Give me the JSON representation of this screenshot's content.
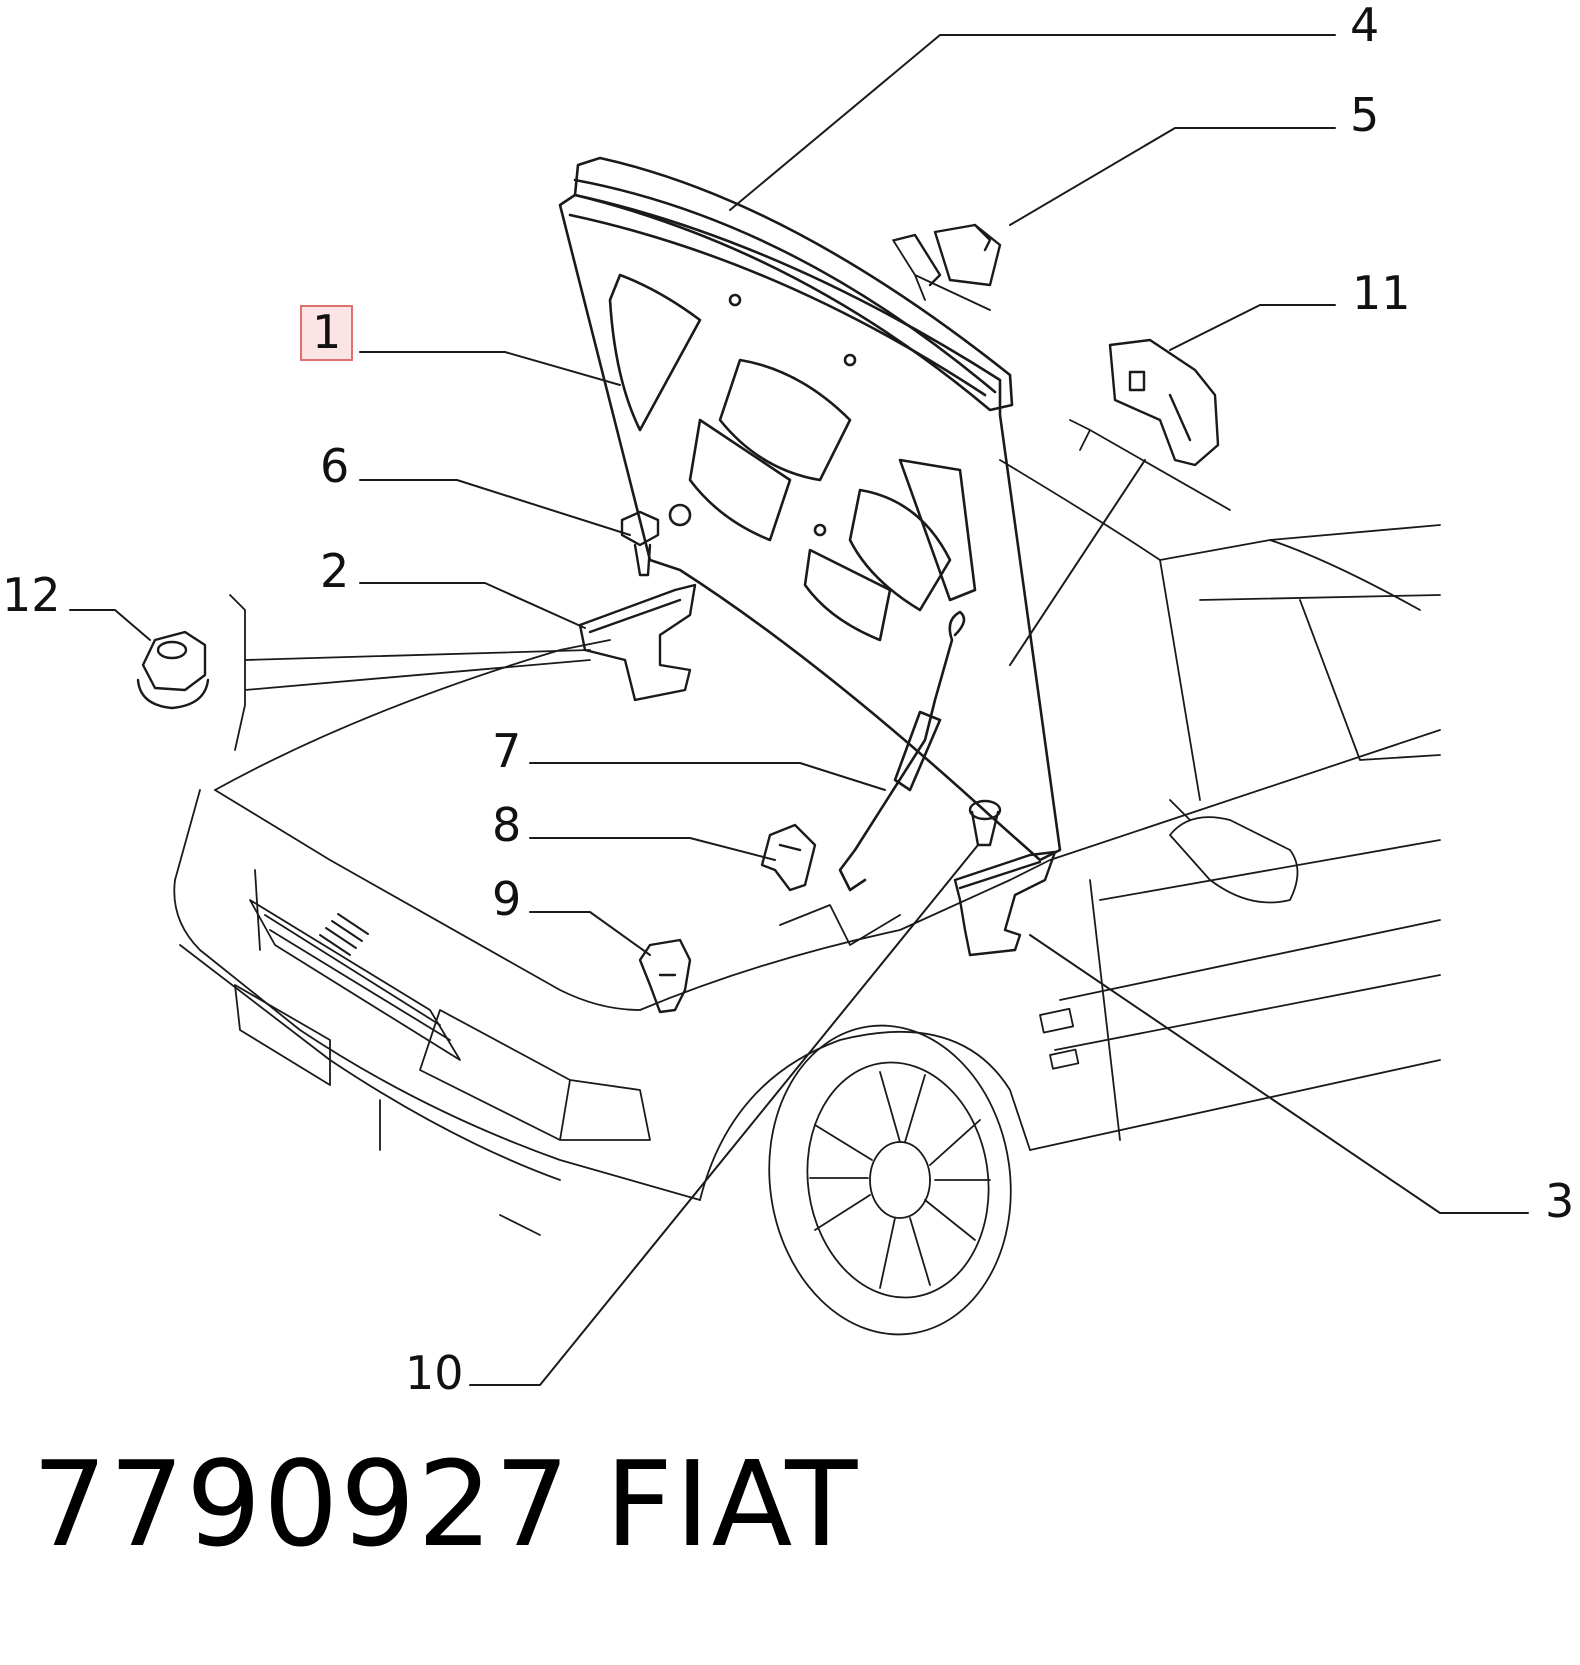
{
  "diagram": {
    "callouts": {
      "c1": "1",
      "c2": "2",
      "c3": "3",
      "c4": "4",
      "c5": "5",
      "c6": "6",
      "c7": "7",
      "c8": "8",
      "c9": "9",
      "c10": "10",
      "c11": "11",
      "c12": "12"
    },
    "highlighted": "1"
  },
  "footer": {
    "part_number": "7790927",
    "brand": "FIAT"
  }
}
